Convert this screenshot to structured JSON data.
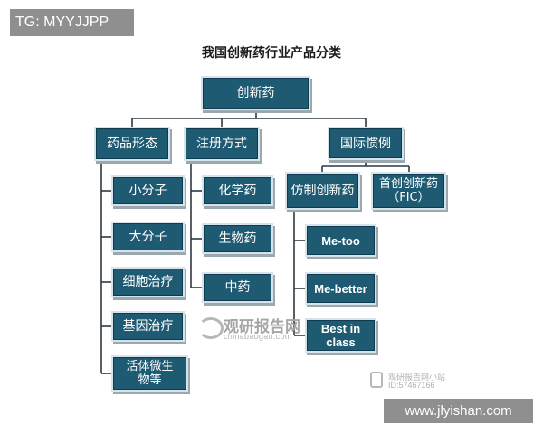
{
  "overlay": {
    "tag": "TG: MYYJJPP",
    "site": "www.jlyishan.com"
  },
  "title": "我国创新药行业产品分类",
  "tree": {
    "root": "创新药",
    "forms": {
      "label": "药品形态",
      "items": [
        "小分子",
        "大分子",
        "细胞治疗",
        "基因治疗",
        "活体微生物等"
      ]
    },
    "registration": {
      "label": "注册方式",
      "items": [
        "化学药",
        "生物药",
        "中药"
      ]
    },
    "international": {
      "label": "国际惯例",
      "imitation": {
        "label": "仿制创新药",
        "items": [
          "Me-too",
          "Me-better",
          "Best in class"
        ]
      },
      "first": "首创创新药（FIC）"
    }
  },
  "watermarks": {
    "logo_cn": "观研报告网",
    "logo_url": "chinabaogao.com",
    "badge_line1": "观研报告网小站",
    "badge_line2": "ID:57467166"
  }
}
